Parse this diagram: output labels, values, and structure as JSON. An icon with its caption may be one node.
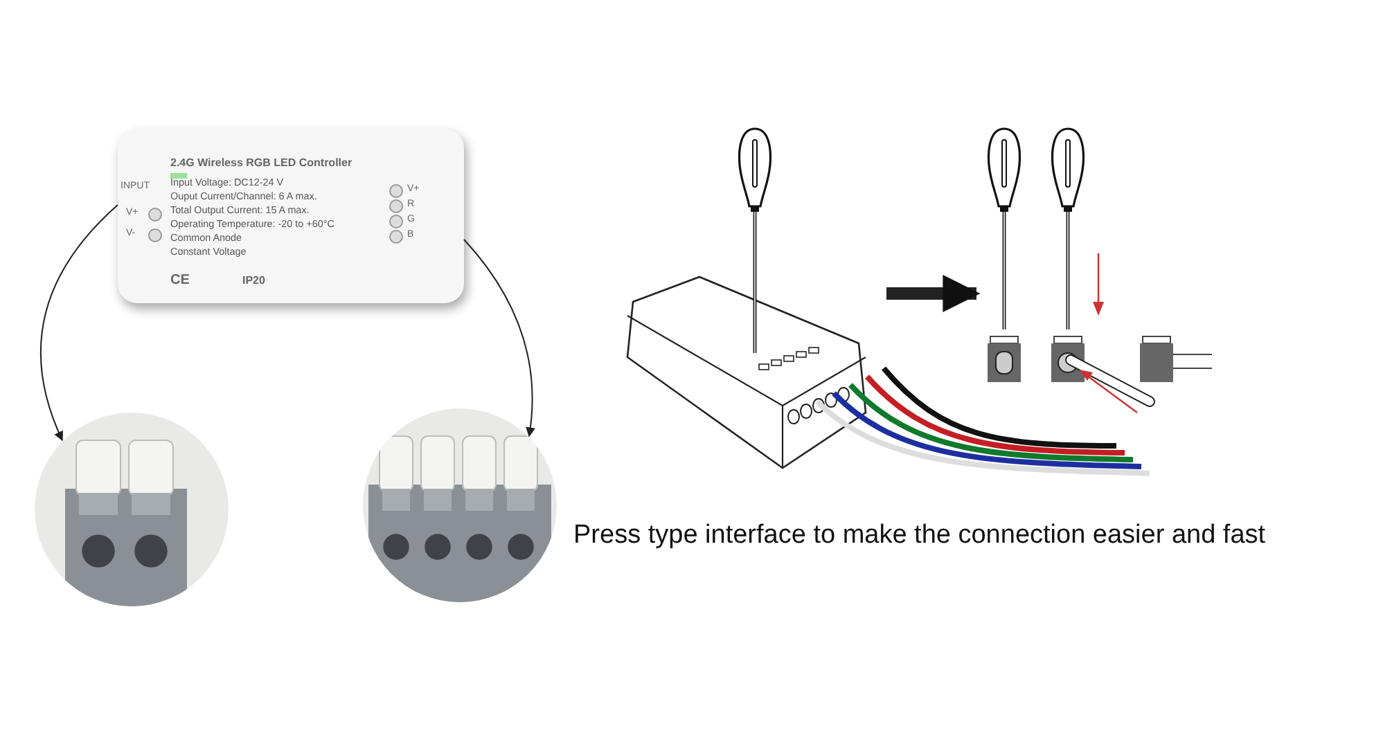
{
  "diagram": {
    "nodes": [
      {
        "text": [
          "2.4G Wireless RGB LED Controller",
          "Input Voltage: DC12-24 V",
          "Ouput Current/Channel: 6 A max.",
          "Total Output Current: 15 A max.",
          "Operating Temperature: -20 to +60°C",
          "Common Anode",
          "Constant Voltage"
        ]
      },
      {
        "text": [],
        "shape": "picture"
      },
      {
        "text": [],
        "shape": "picture"
      },
      {
        "text": [],
        "shape": "picture"
      },
      {
        "text": [],
        "shape": "picture"
      }
    ],
    "edges": [
      {
        "from": 0,
        "to": 1,
        "arrow": "to"
      },
      {
        "from": 0,
        "to": 2,
        "arrow": "to"
      },
      {
        "from": 3,
        "to": 4,
        "arrow": "to",
        "style": "thick"
      }
    ],
    "labels": [
      "INPUT",
      "V-",
      "V+",
      "V+",
      "R",
      "G",
      "B",
      "CE",
      "IP20",
      "Press type interface to make the connection easier and fast"
    ]
  }
}
